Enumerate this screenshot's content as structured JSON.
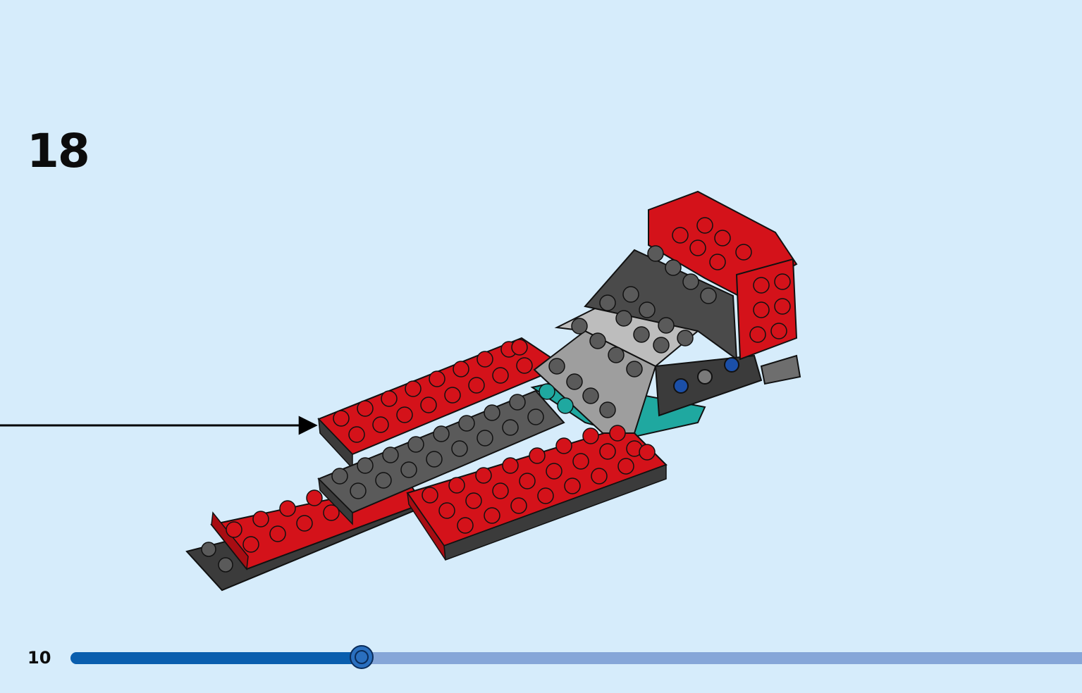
{
  "step": {
    "number": "18"
  },
  "footer": {
    "page_number": "10"
  },
  "progress": {
    "fraction": 0.288
  },
  "colors": {
    "background": "#d6ecfb",
    "brick_red": "#d4121a",
    "brick_dark_gray": "#5a5a5a",
    "brick_light_gray": "#9e9e9e",
    "brick_teal": "#1fa8a0",
    "progress_fill": "#0a5eae",
    "progress_track": "#86a6d8"
  },
  "icons": {
    "arrow": "arrow-right-icon",
    "handle": "progress-handle-icon"
  }
}
